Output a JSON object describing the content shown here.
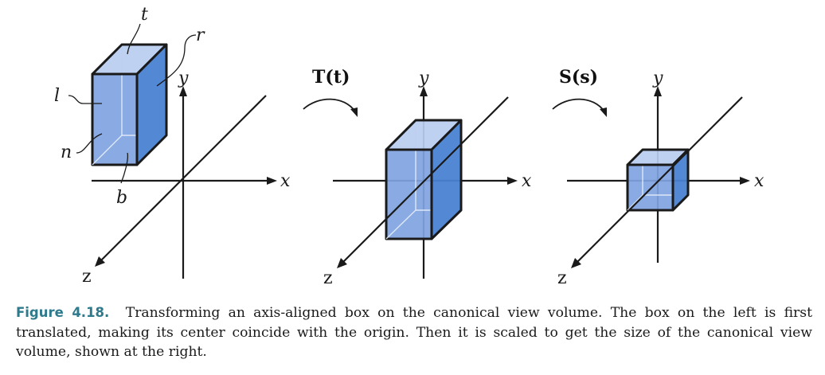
{
  "figure": {
    "panels": [
      {
        "axes": {
          "x": "x",
          "y": "y",
          "z": "z"
        },
        "box_labels": {
          "top": "t",
          "right": "r",
          "left": "l",
          "near": "n",
          "bottom": "b"
        }
      },
      {
        "operation": "T(t)",
        "axes": {
          "x": "x",
          "y": "y",
          "z": "z"
        }
      },
      {
        "operation": "S(s)",
        "axes": {
          "x": "x",
          "y": "y",
          "z": "z"
        }
      }
    ],
    "colors": {
      "front": "#7fa3e0",
      "top": "#b9cdf0",
      "side": "#4a82d2",
      "caption_label": "#2e7a8c"
    }
  },
  "caption": {
    "label": "Figure 4.18.",
    "text": "Transforming an axis-aligned box on the canonical view volume. The box on the left is first translated, making its center coincide with the origin. Then it is scaled to get the size of the canonical view volume, shown at the right."
  }
}
